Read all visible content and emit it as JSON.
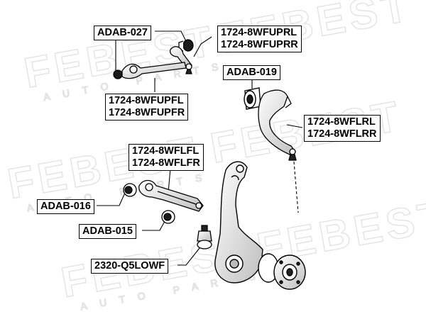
{
  "watermark": {
    "brand": "FEBEST",
    "tagline": "AUTO PARTS"
  },
  "colors": {
    "line": "#000000",
    "label_border": "#000000",
    "watermark": "#e3e3e3",
    "background": "#ffffff"
  },
  "labels": {
    "adab_027": "ADAB-027",
    "upper_arm_rear": [
      "1724-8WFUPRL",
      "1724-8WFUPRR"
    ],
    "upper_arm_front": [
      "1724-8WFUPFL",
      "1724-8WFUPFR"
    ],
    "adab_019": "ADAB-019",
    "lower_arm_rear": [
      "1724-8WFLRL",
      "1724-8WFLRR"
    ],
    "lower_arm_front": [
      "1724-8WFLFL",
      "1724-8WFLFR"
    ],
    "adab_016": "ADAB-016",
    "adab_015": "ADAB-015",
    "ball_joint": "2320-Q5LOWF"
  }
}
